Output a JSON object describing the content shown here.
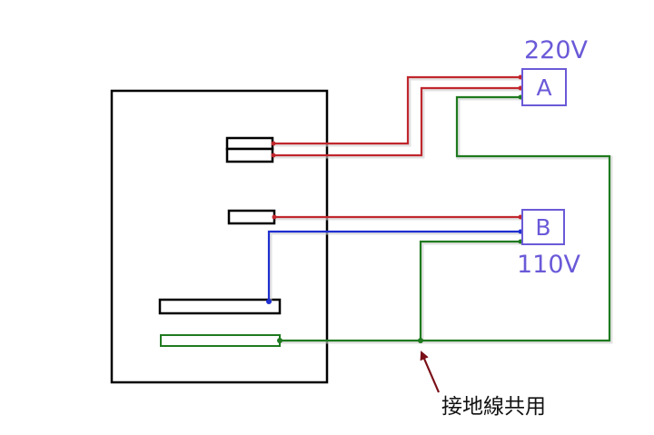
{
  "colors": {
    "outline": "#000000",
    "live_wire": "#c0272d",
    "neutral_wire": "#1f2fd0",
    "ground_wire": "#1f7a1f",
    "label_blue": "#6a5ad8",
    "arrow": "#7a0f18",
    "wire_shadow": "#cfcfcf"
  },
  "outlet_a": {
    "letter": "A",
    "voltage": "220V"
  },
  "outlet_b": {
    "letter": "B",
    "voltage": "110V"
  },
  "annotation": {
    "text": "接地線共用",
    "icon": "arrow-up-left-icon"
  }
}
